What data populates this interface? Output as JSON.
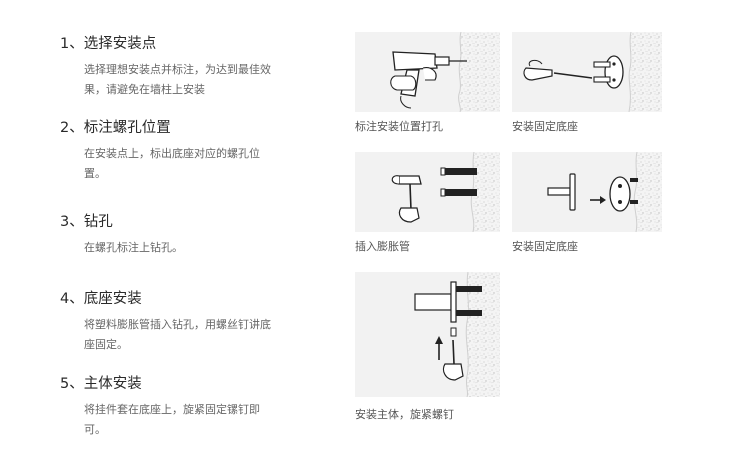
{
  "steps": [
    {
      "title": "1、选择安装点",
      "desc": "选择理想安装点并标注，为达到最佳效果，请避免在墙柱上安装"
    },
    {
      "title": "2、标注螺孔位置",
      "desc": "在安装点上，标出底座对应的螺孔位置。"
    },
    {
      "title": "3、钻孔",
      "desc": "在螺孔标注上钻孔。"
    },
    {
      "title": "4、底座安装",
      "desc": "将塑料膨胀管插入钻孔，用螺丝钉讲底座固定。"
    },
    {
      "title": "5、主体安装",
      "desc": "将挂件套在底座上，旋紧固定镙钉即可。"
    }
  ],
  "figures": [
    {
      "caption": "标注安装位置打孔",
      "icon": "drill-icon"
    },
    {
      "caption": "安装固定底座",
      "icon": "screwdriver-icon"
    },
    {
      "caption": "插入膨胀管",
      "icon": "hammer-icon"
    },
    {
      "caption": "安装固定底座",
      "icon": "base-mount-icon"
    },
    {
      "caption": "安装主体，旋紧螺钉",
      "icon": "main-body-icon"
    }
  ]
}
